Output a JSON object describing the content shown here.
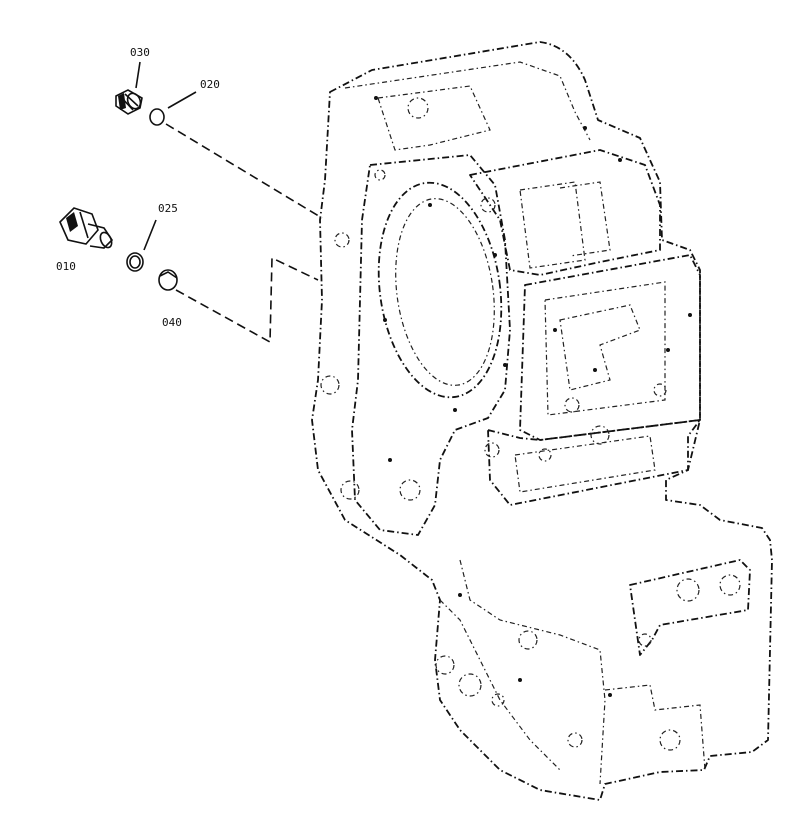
{
  "callouts": {
    "c010": "010",
    "c020": "020",
    "c025": "025",
    "c030": "030",
    "c040": "040"
  },
  "colors": {
    "ink": "#111111",
    "paper": "#ffffff"
  }
}
